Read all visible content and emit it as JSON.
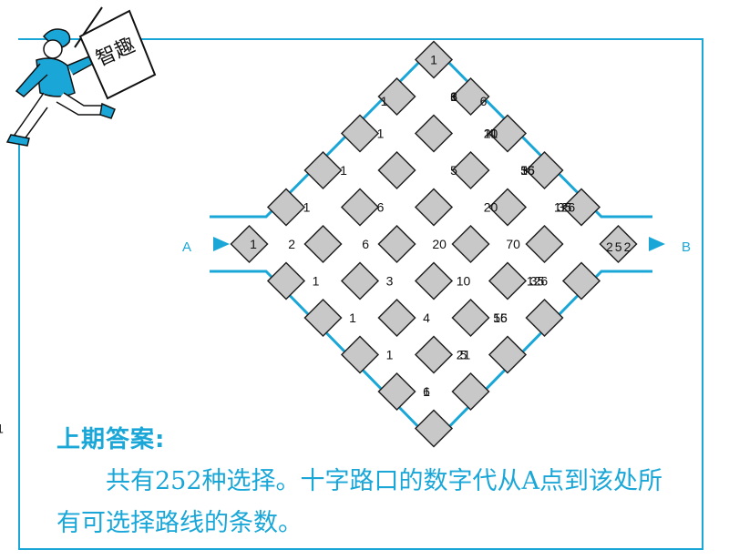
{
  "badge": {
    "text": "智趣"
  },
  "labels": {
    "start": "A",
    "end": "B",
    "final_count": "252"
  },
  "answer": {
    "title": "上期答案:",
    "body": "共有252种选择。十字路口的数字代从A点到该处所有可选择路线的条数。"
  },
  "grid": {
    "left_value": "1",
    "upper_rows": [
      [
        "1",
        "1"
      ],
      [
        "1",
        "3",
        "6"
      ],
      [
        "1",
        "4",
        "10",
        "21"
      ],
      [
        "1",
        "5",
        "15",
        "35",
        "56"
      ],
      [
        "1",
        "6",
        "20",
        "35",
        "126"
      ]
    ],
    "center_row": [
      "2",
      "6",
      "20",
      "70"
    ],
    "lower_rows": [
      [
        "1",
        "3",
        "10",
        "35",
        "126"
      ],
      [
        "1",
        "4",
        "15",
        "56"
      ],
      [
        "1",
        "5",
        "21"
      ],
      [
        "1",
        "6"
      ],
      [
        "1"
      ]
    ]
  },
  "colors": {
    "accent": "#1aa7d8",
    "tile_fill": "#c8c8c8",
    "tile_stroke": "#222222"
  }
}
